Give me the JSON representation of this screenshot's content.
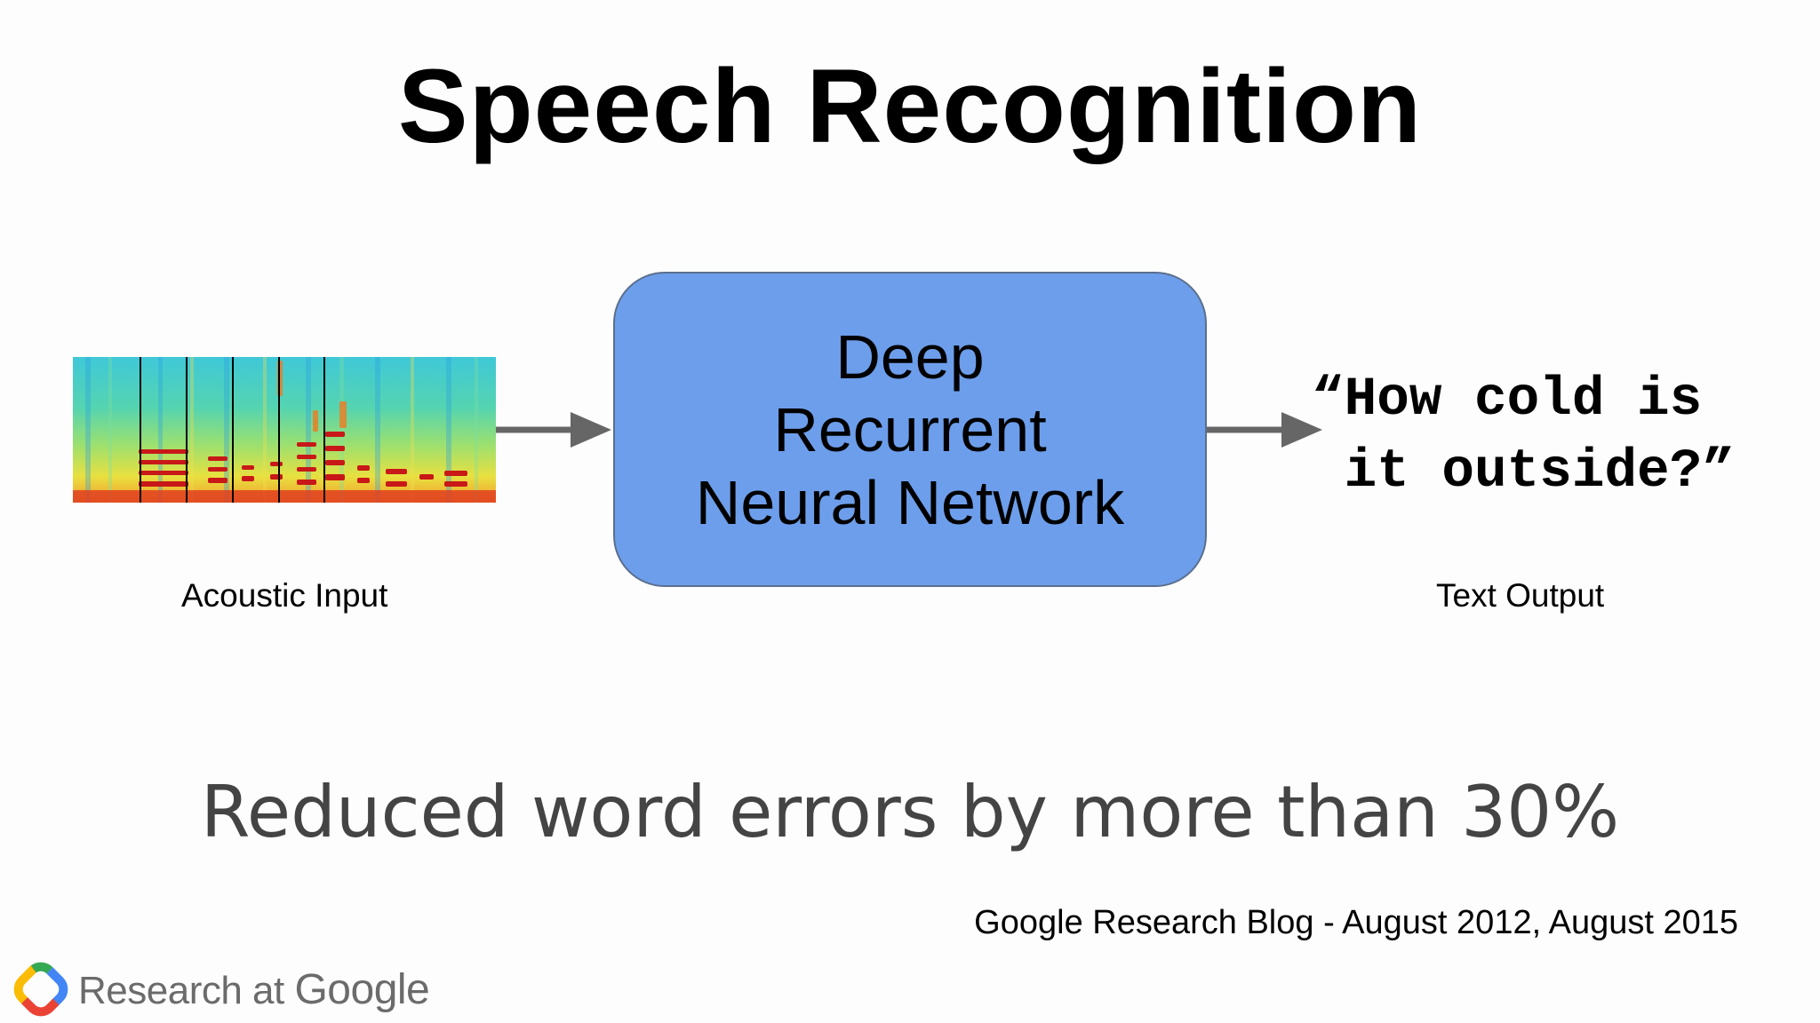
{
  "title": "Speech Recognition",
  "diagram": {
    "input_label": "Acoustic Input",
    "model_lines": [
      "Deep",
      "Recurrent",
      "Neural Network"
    ],
    "output_lines": [
      "“How cold is",
      " it outside?”"
    ],
    "output_label": "Text Output",
    "box_color": "#6d9eeb",
    "arrow_color": "#666666"
  },
  "headline": "Reduced word errors by more than 30%",
  "source": "Google Research Blog - August 2012, August 2015",
  "logo": {
    "prefix": "Research at ",
    "brand": "Google",
    "icon": "research-at-google-logo-icon"
  }
}
